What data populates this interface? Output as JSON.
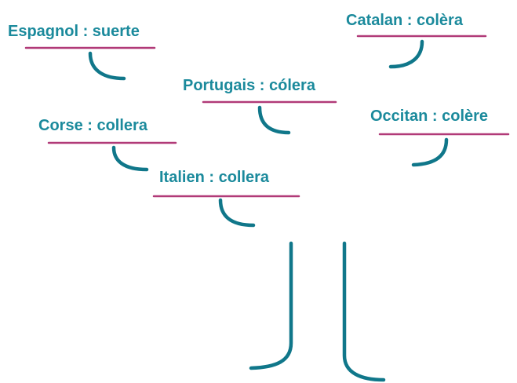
{
  "colors": {
    "label_text": "#1b8a9c",
    "branch": "#10778a",
    "underline": "#b13a78"
  },
  "labels": {
    "espagnol": "Espagnol : suerte",
    "catalan": "Catalan : colèra",
    "portugais": "Portugais : cólera",
    "occitan": "Occitan : colère",
    "corse": "Corse : collera",
    "italien": "Italien : collera"
  }
}
